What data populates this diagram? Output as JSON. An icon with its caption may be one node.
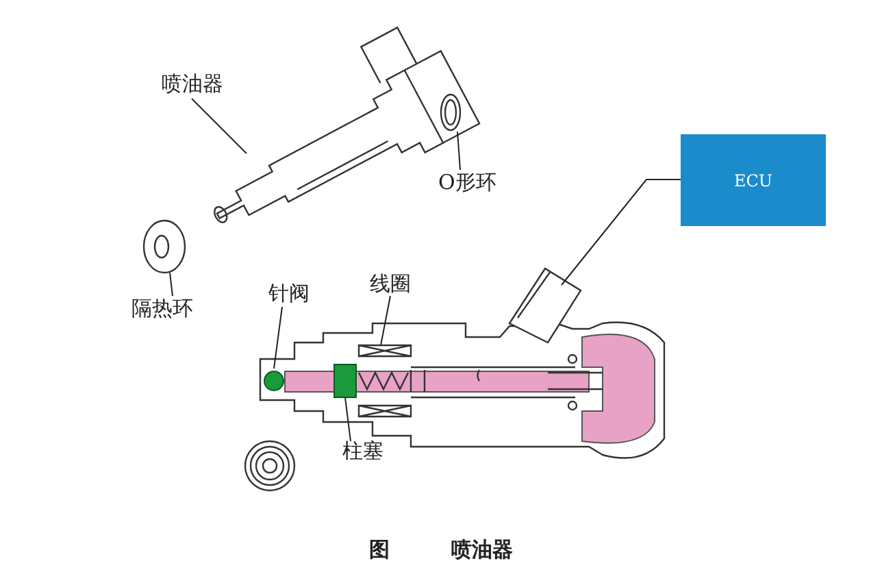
{
  "diagram": {
    "caption": "图 喷油器",
    "nodes": [
      {
        "text": [
          "喷油器"
        ]
      },
      {
        "text": [],
        "shape": "picture"
      },
      {
        "text": [
          "O形环"
        ]
      },
      {
        "text": [],
        "shape": "picture"
      },
      {
        "text": [
          "隔热环"
        ]
      },
      {
        "text": [],
        "shape": "picture"
      },
      {
        "text": [
          "ECU"
        ]
      },
      {
        "text": [],
        "shape": "picture"
      },
      {
        "text": [
          "针阀"
        ]
      },
      {
        "text": [
          "线圈"
        ]
      },
      {
        "text": [
          "柱塞"
        ]
      },
      {
        "text": [],
        "shape": "circle"
      },
      {
        "text": [],
        "shape": "picture"
      },
      {
        "text": [],
        "shape": "box"
      }
    ],
    "edges": [
      {
        "from": 0,
        "to": 1,
        "arrow": "none"
      },
      {
        "from": 2,
        "to": 3,
        "arrow": "none"
      },
      {
        "from": 4,
        "to": 5,
        "arrow": "none"
      },
      {
        "from": 6,
        "to": 7,
        "arrow": "none"
      },
      {
        "from": 8,
        "to": 11,
        "arrow": "none"
      },
      {
        "from": 9,
        "to": 12,
        "arrow": "none"
      },
      {
        "from": 10,
        "to": 13,
        "arrow": "none"
      }
    ]
  }
}
